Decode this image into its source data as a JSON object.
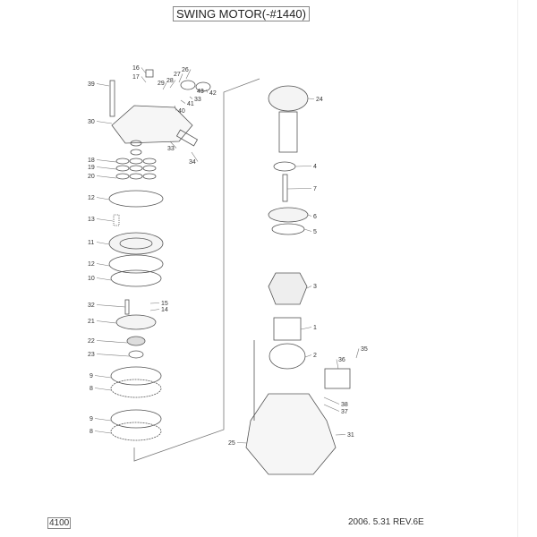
{
  "header": {
    "title": "SWING MOTOR(-#1440)"
  },
  "footer": {
    "page_number": "4100",
    "revision": "2006. 5.31  REV.6E"
  },
  "callouts": [
    "16",
    "17",
    "39",
    "29",
    "28",
    "27",
    "26",
    "43",
    "42",
    "41",
    "33",
    "40",
    "30",
    "33",
    "34",
    "18",
    "19",
    "20",
    "12",
    "13",
    "11",
    "12",
    "10",
    "32",
    "15",
    "14",
    "21",
    "22",
    "23",
    "9",
    "8",
    "9",
    "8",
    "24",
    "4",
    "7",
    "6",
    "5",
    "3",
    "1",
    "2",
    "35",
    "36",
    "38",
    "37",
    "31",
    "25"
  ]
}
